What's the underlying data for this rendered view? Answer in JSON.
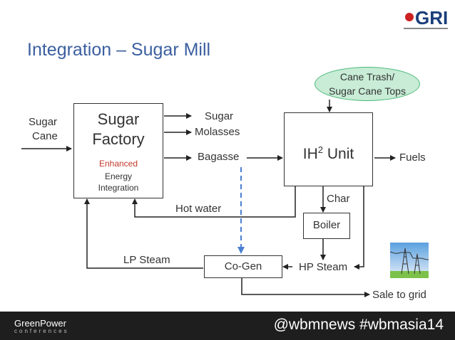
{
  "slide": {
    "title": "Integration – Sugar Mill",
    "logo_text": "GRI"
  },
  "diagram": {
    "sugar_cane": [
      "Sugar",
      "Cane"
    ],
    "sugar_factory": [
      "Sugar",
      "Factory"
    ],
    "enhanced": "Enhanced",
    "energy_integration": [
      "Energy",
      "Integration"
    ],
    "outputs": {
      "sugar": "Sugar",
      "molasses": "Molasses",
      "bagasse": "Bagasse"
    },
    "cane_trash": [
      "Cane Trash/",
      "Sugar Cane Tops"
    ],
    "ih2_unit": {
      "main": "IH",
      "sup": "2",
      "rest": " Unit"
    },
    "fuels": "Fuels",
    "char": "Char",
    "hot_water": "Hot water",
    "boiler": "Boiler",
    "lp_steam": "LP Steam",
    "cogen": "Co-Gen",
    "hp_steam": "HP Steam",
    "sale_to_grid": "Sale to grid"
  },
  "footer": {
    "brand": "GreenPower",
    "brand_sub": "conferences",
    "hashtags": "@wbmnews #wbmasia14"
  },
  "colors": {
    "title": "#3b5fa0",
    "enhanced": "#c0392b",
    "oval_fill": "#c8ecd6",
    "oval_border": "#48b777",
    "dashed": "#4a7fd0",
    "footer_bg": "#1e1e1e"
  }
}
